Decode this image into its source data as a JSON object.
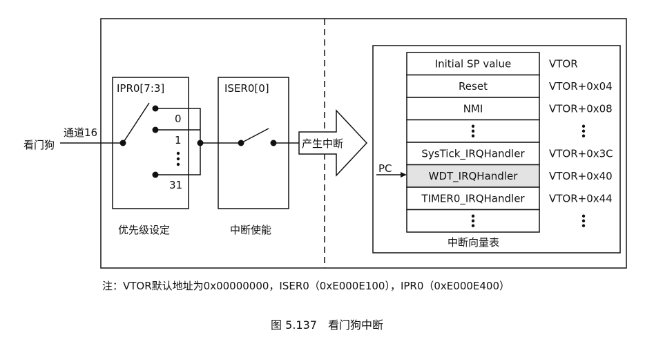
{
  "input_source": "看门狗",
  "channel_label": "通道16",
  "priority_block": {
    "title": "IPR0[7:3]",
    "levels": [
      "0",
      "1",
      "31"
    ],
    "caption": "优先级设定"
  },
  "enable_block": {
    "title": "ISER0[0]",
    "caption": "中断使能"
  },
  "arrow_label": "产生中断",
  "pc_label": "PC",
  "vector_table": {
    "rows": [
      "Initial SP value",
      "Reset",
      "NMI",
      "⋮",
      "SysTick_IRQHandler",
      "WDT_IRQHandler",
      "TIMER0_IRQHandler",
      "⋮"
    ],
    "addresses": [
      "VTOR",
      "VTOR+0x04",
      "VTOR+0x08",
      "⋮",
      "VTOR+0x3C",
      "VTOR+0x40",
      "VTOR+0x44",
      "⋮"
    ],
    "highlight_row": "WDT_IRQHandler",
    "caption": "中断向量表"
  },
  "note": "注：VTOR默认地址为0x00000000，ISER0（0xE000E100），IPR0（0xE000E400）",
  "figure_caption": "图 5.137　看门狗中断",
  "colors": {
    "highlight": "#e3e3e3",
    "line": "#111111"
  }
}
